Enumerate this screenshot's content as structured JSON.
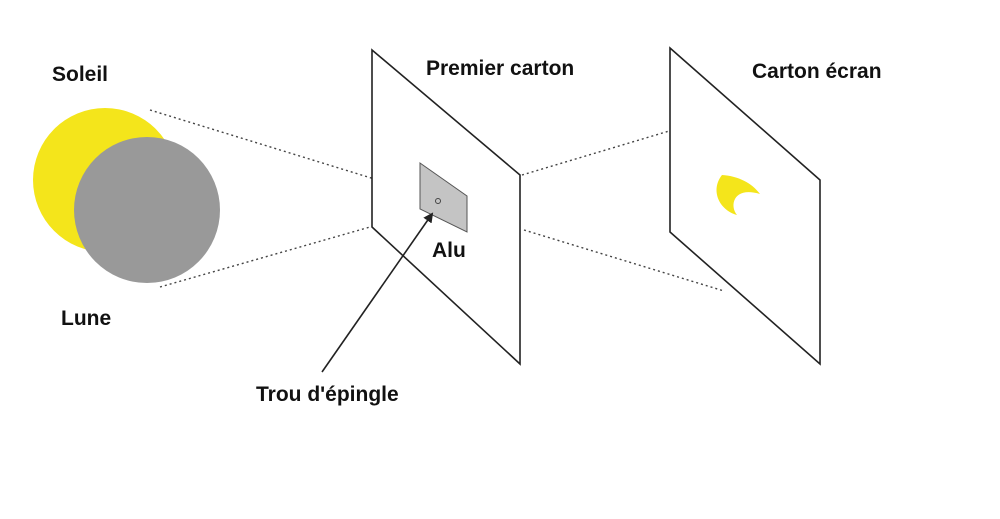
{
  "labels": {
    "sun": "Soleil",
    "moon": "Lune",
    "first_card": "Premier carton",
    "screen_card": "Carton écran",
    "foil": "Alu",
    "pinhole": "Trou d'épingle"
  },
  "colors": {
    "sun": "#f4e51b",
    "moon": "#999999",
    "foil": "#c4c4c4",
    "crescent": "#f4e51b",
    "line": "#222222"
  }
}
